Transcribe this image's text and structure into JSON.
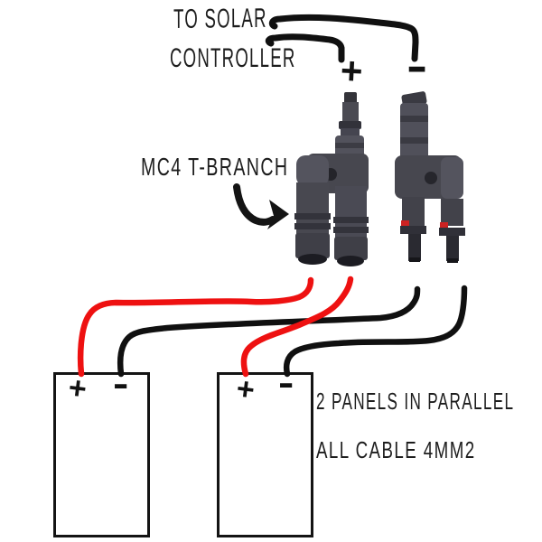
{
  "labels": {
    "destination_line1": "TO SOLAR",
    "destination_line2": "CONTROLLER",
    "connector": "MC4 T-BRANCH",
    "note_line1": "2 PANELS IN PARALLEL",
    "note_line2": "ALL CABLE 4MM2"
  },
  "terminals": {
    "output_positive": "+",
    "output_negative": "-"
  },
  "panels": [
    {
      "positive": "+",
      "negative": "-"
    },
    {
      "positive": "+",
      "negative": "-"
    }
  ],
  "colors": {
    "positive_wire": "#ee1111",
    "negative_wire": "#101010",
    "connector_body": "#47474f",
    "connector_dark": "#2a2a31",
    "connector_light": "#54545e",
    "ink": "#1d1d1d"
  }
}
